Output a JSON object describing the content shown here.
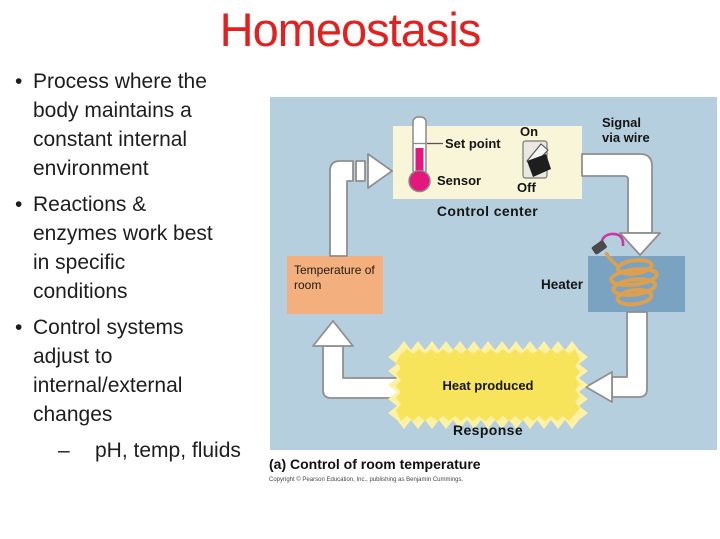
{
  "slide": {
    "title": "Homeostasis",
    "bullets": [
      {
        "marker": "•",
        "lines": [
          "Process where the",
          "body maintains a",
          "constant internal",
          "environment"
        ]
      },
      {
        "marker": "•",
        "lines": [
          "Reactions &",
          "enzymes work best",
          "in specific",
          "conditions"
        ]
      },
      {
        "marker": "•",
        "lines": [
          "Control systems",
          "adjust to",
          "internal/external",
          "changes"
        ]
      }
    ],
    "sub_bullet": {
      "marker": "–",
      "text": "pH, temp, fluids"
    }
  },
  "diagram": {
    "labels": {
      "set_point": "Set point",
      "sensor": "Sensor",
      "switch_on": "On",
      "switch_off": "Off",
      "control_center": "Control center",
      "signal": "Signal via wire",
      "heater": "Heater",
      "temperature": "Temperature of room",
      "heat_produced": "Heat produced",
      "response": "Response"
    },
    "caption": "(a) Control of room temperature",
    "copyright": "Copyright © Pearson Education, Inc., publishing as Benjamin Cummings."
  },
  "colors": {
    "title_red": "#e32020",
    "diagram_background": "#b5cfdf",
    "control_center_box": "#f9f5d8",
    "temperature_box": "#f3af7e",
    "heater_box": "#7aa3c2",
    "heater_coil": "#dca04f",
    "starburst_core": "#f8e45a",
    "starburst_glow": "#fcf1a4",
    "sensor_pink": "#e4177c",
    "plug_wire_magenta": "#c937a0",
    "pipe_outline": "#8f8f8f",
    "text_dark": "#1d1d1d"
  }
}
